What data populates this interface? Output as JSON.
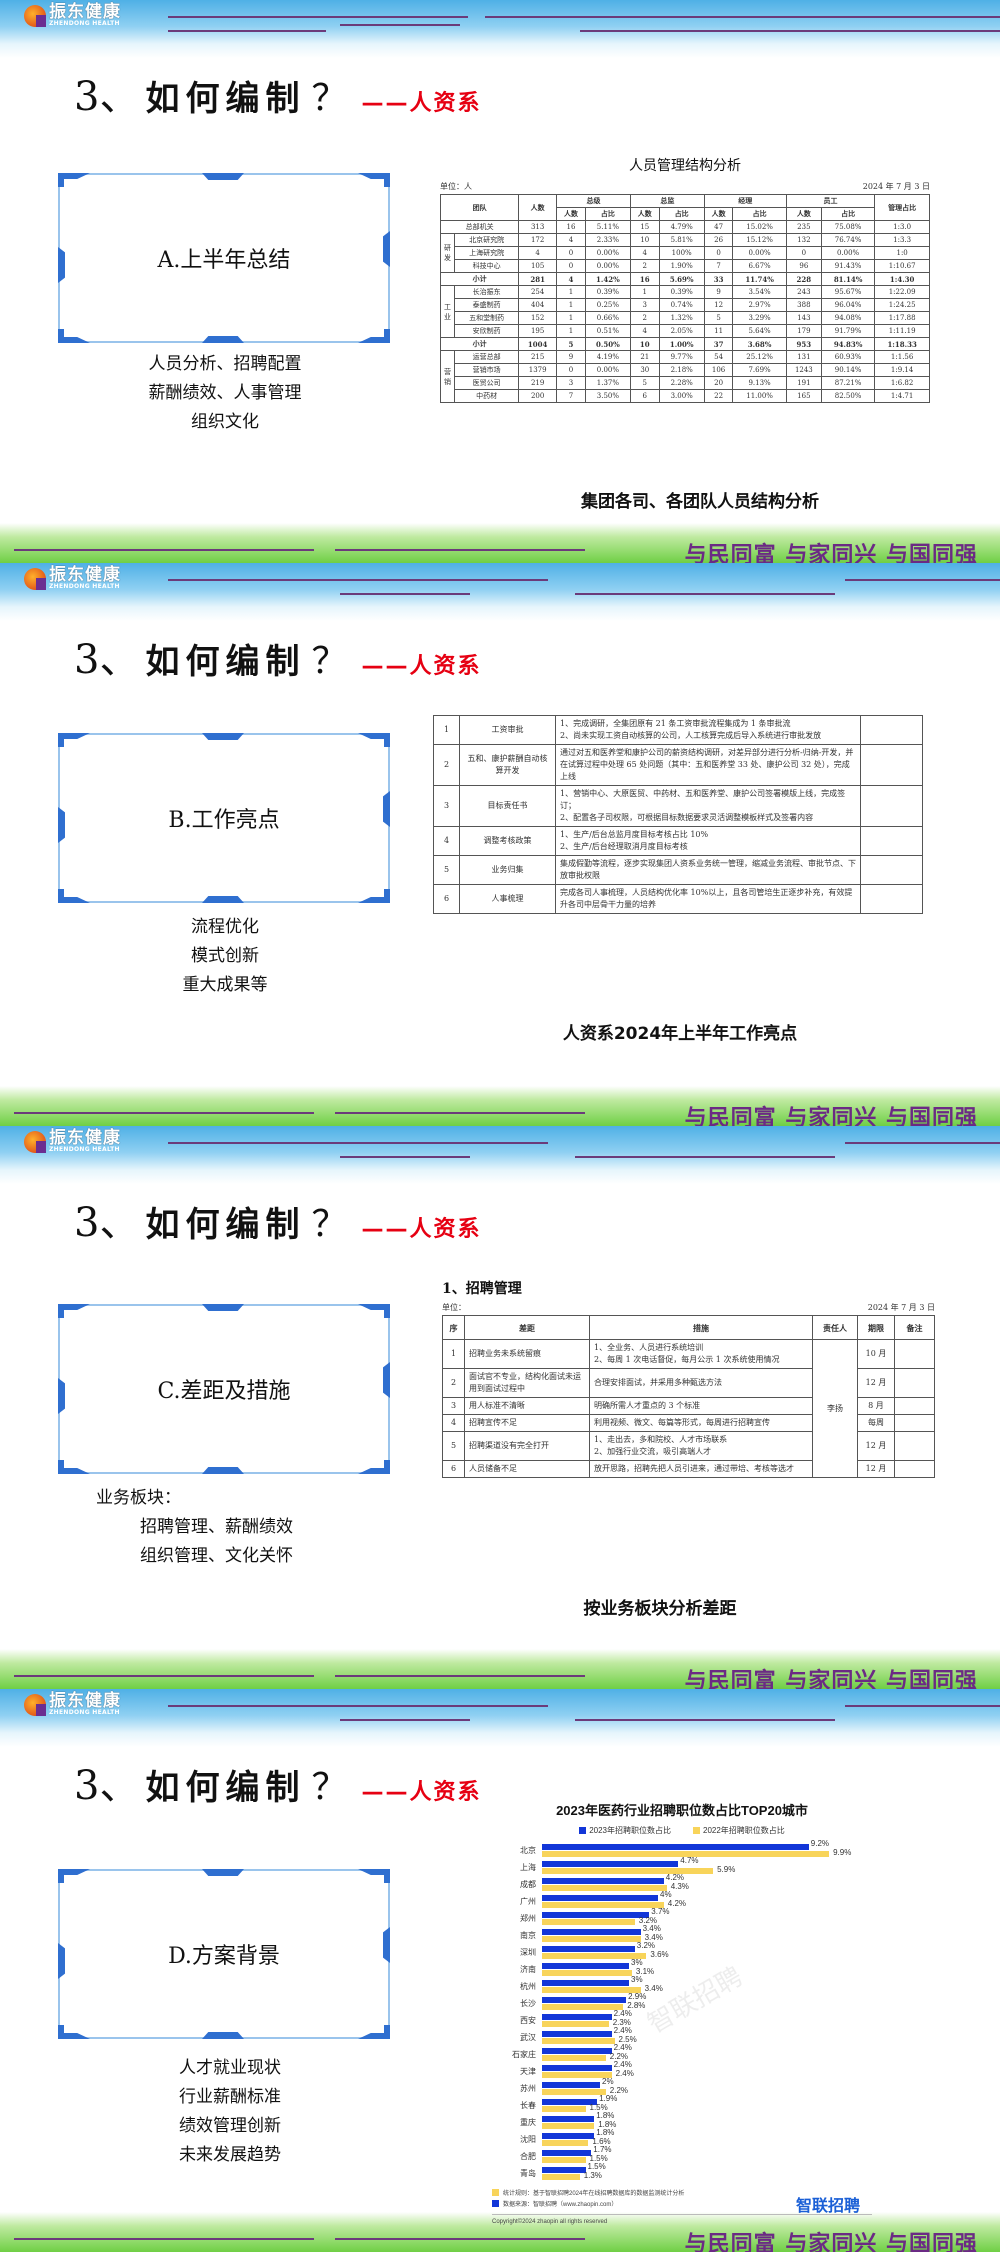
{
  "brand": {
    "logo_cn": "振东健康",
    "logo_en": "ZHENDONG HEALTH",
    "motto": "与民同富 与家同兴 与国同强"
  },
  "slide_title": {
    "num": "3、",
    "main": "如何编制",
    "q": "？",
    "sub": "——人资系"
  },
  "slides": [
    {
      "frame_label": "A.上半年总结",
      "bullets": [
        "人员分析、招聘配置",
        "薪酬绩效、人事管理",
        "组织文化"
      ],
      "caption": "集团各司、各团队人员结构分析",
      "doc": {
        "title": "人员管理结构分析",
        "unit": "单位：人",
        "date": "2024 年 7 月 3 日",
        "headers": {
          "team": "团队",
          "count": "人数",
          "groups": [
            "总级",
            "总监",
            "经理",
            "员工"
          ],
          "sub": [
            "人数",
            "占比"
          ],
          "ratio": "管理占比"
        },
        "rows": [
          {
            "group": "",
            "name": "总部机关",
            "vals": [
              "313",
              "16",
              "5.11%",
              "15",
              "4.79%",
              "47",
              "15.02%",
              "235",
              "75.08%",
              "1:3.0"
            ]
          },
          {
            "group": "研发",
            "name": "北京研究院",
            "vals": [
              "172",
              "4",
              "2.33%",
              "10",
              "5.81%",
              "26",
              "15.12%",
              "132",
              "76.74%",
              "1:3.3"
            ]
          },
          {
            "group": "研发",
            "name": "上海研究院",
            "vals": [
              "4",
              "0",
              "0.00%",
              "4",
              "100%",
              "0",
              "0.00%",
              "0",
              "0.00%",
              "1:0"
            ]
          },
          {
            "group": "研发",
            "name": "科技中心",
            "vals": [
              "105",
              "0",
              "0.00%",
              "2",
              "1.90%",
              "7",
              "6.67%",
              "96",
              "91.43%",
              "1:10.67"
            ]
          },
          {
            "group": "",
            "name": "小计",
            "subtotal": true,
            "vals": [
              "281",
              "4",
              "1.42%",
              "16",
              "5.69%",
              "33",
              "11.74%",
              "228",
              "81.14%",
              "1:4.30"
            ]
          },
          {
            "group": "工业",
            "name": "长治振东",
            "vals": [
              "254",
              "1",
              "0.39%",
              "1",
              "0.39%",
              "9",
              "3.54%",
              "243",
              "95.67%",
              "1:22.09"
            ]
          },
          {
            "group": "工业",
            "name": "泰盛制药",
            "vals": [
              "404",
              "1",
              "0.25%",
              "3",
              "0.74%",
              "12",
              "2.97%",
              "388",
              "96.04%",
              "1:24.25"
            ]
          },
          {
            "group": "工业",
            "name": "五和堂制药",
            "vals": [
              "152",
              "1",
              "0.66%",
              "2",
              "1.32%",
              "5",
              "3.29%",
              "143",
              "94.08%",
              "1:17.88"
            ]
          },
          {
            "group": "工业",
            "name": "安欣制药",
            "vals": [
              "195",
              "1",
              "0.51%",
              "4",
              "2.05%",
              "11",
              "5.64%",
              "179",
              "91.79%",
              "1:11.19"
            ]
          },
          {
            "group": "",
            "name": "小计",
            "subtotal": true,
            "vals": [
              "1004",
              "5",
              "0.50%",
              "10",
              "1.00%",
              "37",
              "3.68%",
              "953",
              "94.83%",
              "1:18.33"
            ]
          },
          {
            "group": "营销",
            "name": "运营总部",
            "vals": [
              "215",
              "9",
              "4.19%",
              "21",
              "9.77%",
              "54",
              "25.12%",
              "131",
              "60.93%",
              "1:1.56"
            ]
          },
          {
            "group": "营销",
            "name": "营销市场",
            "vals": [
              "1379",
              "0",
              "0.00%",
              "30",
              "2.18%",
              "106",
              "7.69%",
              "1243",
              "90.14%",
              "1:9.14"
            ]
          },
          {
            "group": "营销",
            "name": "医贸公司",
            "vals": [
              "219",
              "3",
              "1.37%",
              "5",
              "2.28%",
              "20",
              "9.13%",
              "191",
              "87.21%",
              "1:6.82"
            ]
          },
          {
            "group": "营销",
            "name": "中药材",
            "vals": [
              "200",
              "7",
              "3.50%",
              "6",
              "3.00%",
              "22",
              "11.00%",
              "165",
              "82.50%",
              "1:4.71"
            ]
          }
        ]
      }
    },
    {
      "frame_label": "B.工作亮点",
      "bullets": [
        "流程优化",
        "模式创新",
        "重大成果等"
      ],
      "caption": "人资系2024年上半年工作亮点",
      "doc": {
        "rows": [
          {
            "no": "1",
            "item": "工资审批",
            "desc": "1、完成调研，全集团原有 21 条工资审批流程集成为 1 条审批流\n2、尚未实现工资自动核算的公司，人工核算完成后导入系统进行审批发放"
          },
          {
            "no": "2",
            "item": "五和、康护薪酬自动核算开发",
            "desc": "通过对五和医养堂和康护公司的薪资结构调研，对差异部分进行分析-归纳-开发，并在试算过程中处理 65 处问题（其中：五和医养堂 33 处、康护公司 32 处），完成上线"
          },
          {
            "no": "3",
            "item": "目标责任书",
            "desc": "1、营销中心、大原医贸、中药材、五和医养堂、康护公司签署模版上线，完成签订；\n2、配置各子司权限，可根据目标数据要求灵活调整模板样式及签署内容"
          },
          {
            "no": "4",
            "item": "调整考核政策",
            "desc": "1、生产/后台总监月度目标考核占比 10%\n2、生产/后台经理取消月度目标考核"
          },
          {
            "no": "5",
            "item": "业务归集",
            "desc": "集成假勤等流程，逐步实现集团人资系业务统一管理，缩减业务流程、审批节点、下放审批权限"
          },
          {
            "no": "6",
            "item": "人事梳理",
            "desc": "完成各司人事梳理，人员结构优化率 10%以上，且各司管培生正逐步补充，有效提升各司中层骨干力量的培养"
          }
        ]
      }
    },
    {
      "frame_label": "C.差距及措施",
      "bullets_title": "业务板块：",
      "bullets": [
        "招聘管理、薪酬绩效",
        "组织管理、文化关怀"
      ],
      "caption": "按业务板块分析差距",
      "doc": {
        "title": "1、招聘管理",
        "unit": "单位：",
        "date": "2024 年 7 月 3 日",
        "headers": [
          "序",
          "差距",
          "措施",
          "责任人",
          "期限",
          "备注"
        ],
        "owner": "李扬",
        "rows": [
          {
            "no": "1",
            "gap": "招聘业务未系统留痕",
            "measure": "1、全业务、人员进行系统培训\n2、每周 1 次电话督促，每月公示 1 次系统使用情况",
            "deadline": "10 月"
          },
          {
            "no": "2",
            "gap": "面试官不专业，结构化面试未运用到面试过程中",
            "measure": "合理安排面试，并采用多种甄选方法",
            "deadline": "12 月"
          },
          {
            "no": "3",
            "gap": "用人标准不清晰",
            "measure": "明确所需人才重点的 3 个标准",
            "deadline": "8 月"
          },
          {
            "no": "4",
            "gap": "招聘宣传不足",
            "measure": "利用视频、微文、每篇等形式，每周进行招聘宣传",
            "deadline": "每周"
          },
          {
            "no": "5",
            "gap": "招聘渠道没有完全打开",
            "measure": "1、走出去，多和院校、人才市场联系\n2、加强行业交流，吸引高端人才",
            "deadline": "12 月"
          },
          {
            "no": "6",
            "gap": "人员储备不足",
            "measure": "放开思路，招聘先把人员引进来，通过带培、考核等选才",
            "deadline": "12 月"
          }
        ]
      }
    },
    {
      "frame_label": "D.方案背景",
      "bullets": [
        "人才就业现状",
        "行业薪酬标准",
        "绩效管理创新",
        "未来发展趋势"
      ],
      "chart_footer": {
        "rule": "统计规则：基于智联招聘2024年在线招聘数据库的数据监测统计分析",
        "source": "数据来源：智联招聘（www.zhaopin.com）",
        "brand": "智联招聘",
        "watermark": "智联招聘",
        "copyright": "Copyright©2024 zhaopin all rights reserved"
      }
    }
  ],
  "colors": {
    "accent_red": "#e60012",
    "frame_blue": "#2f6fd0",
    "bar_2023": "#1236d8",
    "bar_2022": "#f8d45a",
    "motto_purple": "#6b2a84"
  },
  "chart_data": {
    "type": "bar",
    "orientation": "horizontal",
    "title": "2023年医药行业招聘职位数占比TOP20城市",
    "categories": [
      "北京",
      "上海",
      "成都",
      "广州",
      "郑州",
      "南京",
      "深圳",
      "济南",
      "杭州",
      "长沙",
      "西安",
      "武汉",
      "石家庄",
      "天津",
      "苏州",
      "长春",
      "重庆",
      "沈阳",
      "合肥",
      "青岛"
    ],
    "series": [
      {
        "name": "2023年招聘职位数占比",
        "color": "#1236d8",
        "values": [
          9.2,
          4.7,
          4.2,
          4.0,
          3.7,
          3.4,
          3.2,
          3.0,
          3.0,
          2.9,
          2.4,
          2.4,
          2.4,
          2.4,
          2.0,
          1.9,
          1.8,
          1.8,
          1.7,
          1.5
        ]
      },
      {
        "name": "2022年招聘职位数占比",
        "color": "#f8d45a",
        "values": [
          9.9,
          5.9,
          4.3,
          4.2,
          3.2,
          3.4,
          3.6,
          3.1,
          3.4,
          2.8,
          2.3,
          2.5,
          2.2,
          2.4,
          2.2,
          1.5,
          1.8,
          1.6,
          1.5,
          1.3
        ]
      }
    ],
    "unit": "%",
    "xlim": [
      0,
      10
    ],
    "legend_position": "top",
    "grid": false
  }
}
